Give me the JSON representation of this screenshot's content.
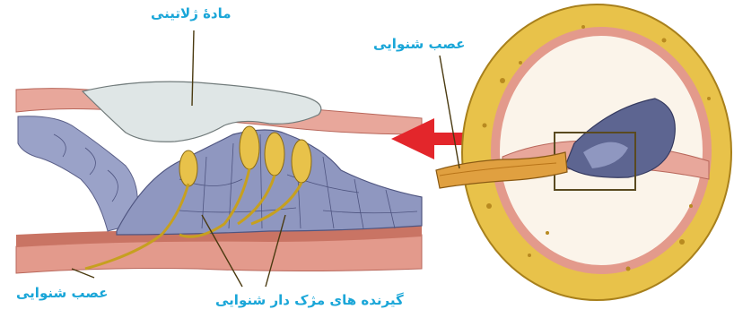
{
  "labels": {
    "gelatinous_material": "مادۀ ژلاتینی",
    "auditory_nerve_right": "عصب شنوایی",
    "auditory_nerve_left": "عصب شنوایی",
    "hair_receptors": "گیرنده های مژک دار شنوایی"
  },
  "colors": {
    "label": "#1aa6d8",
    "arrow": "#e3262b",
    "tissue_pink": "#e8a79b",
    "cell_blue": "#8f97c0",
    "bone_yellow": "#e8c24a",
    "membrane_gray": "#dfe6e6"
  }
}
